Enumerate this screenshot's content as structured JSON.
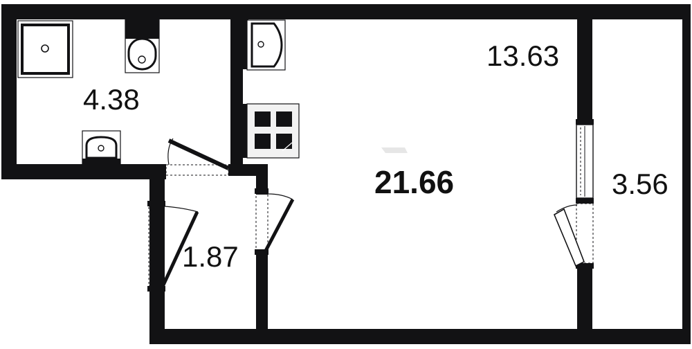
{
  "floor_plan": {
    "areas": {
      "bathroom": "4.38",
      "hallway": "1.87",
      "main_room": "13.63",
      "balcony": "3.56"
    },
    "total_area": "21.66",
    "fixtures": [
      "shower-tray",
      "toilet",
      "washbasin",
      "kitchen-sink",
      "cooktop"
    ],
    "colors": {
      "wall": "#121214",
      "background": "#ffffff",
      "fixture_fill": "#f2f2f2"
    }
  }
}
